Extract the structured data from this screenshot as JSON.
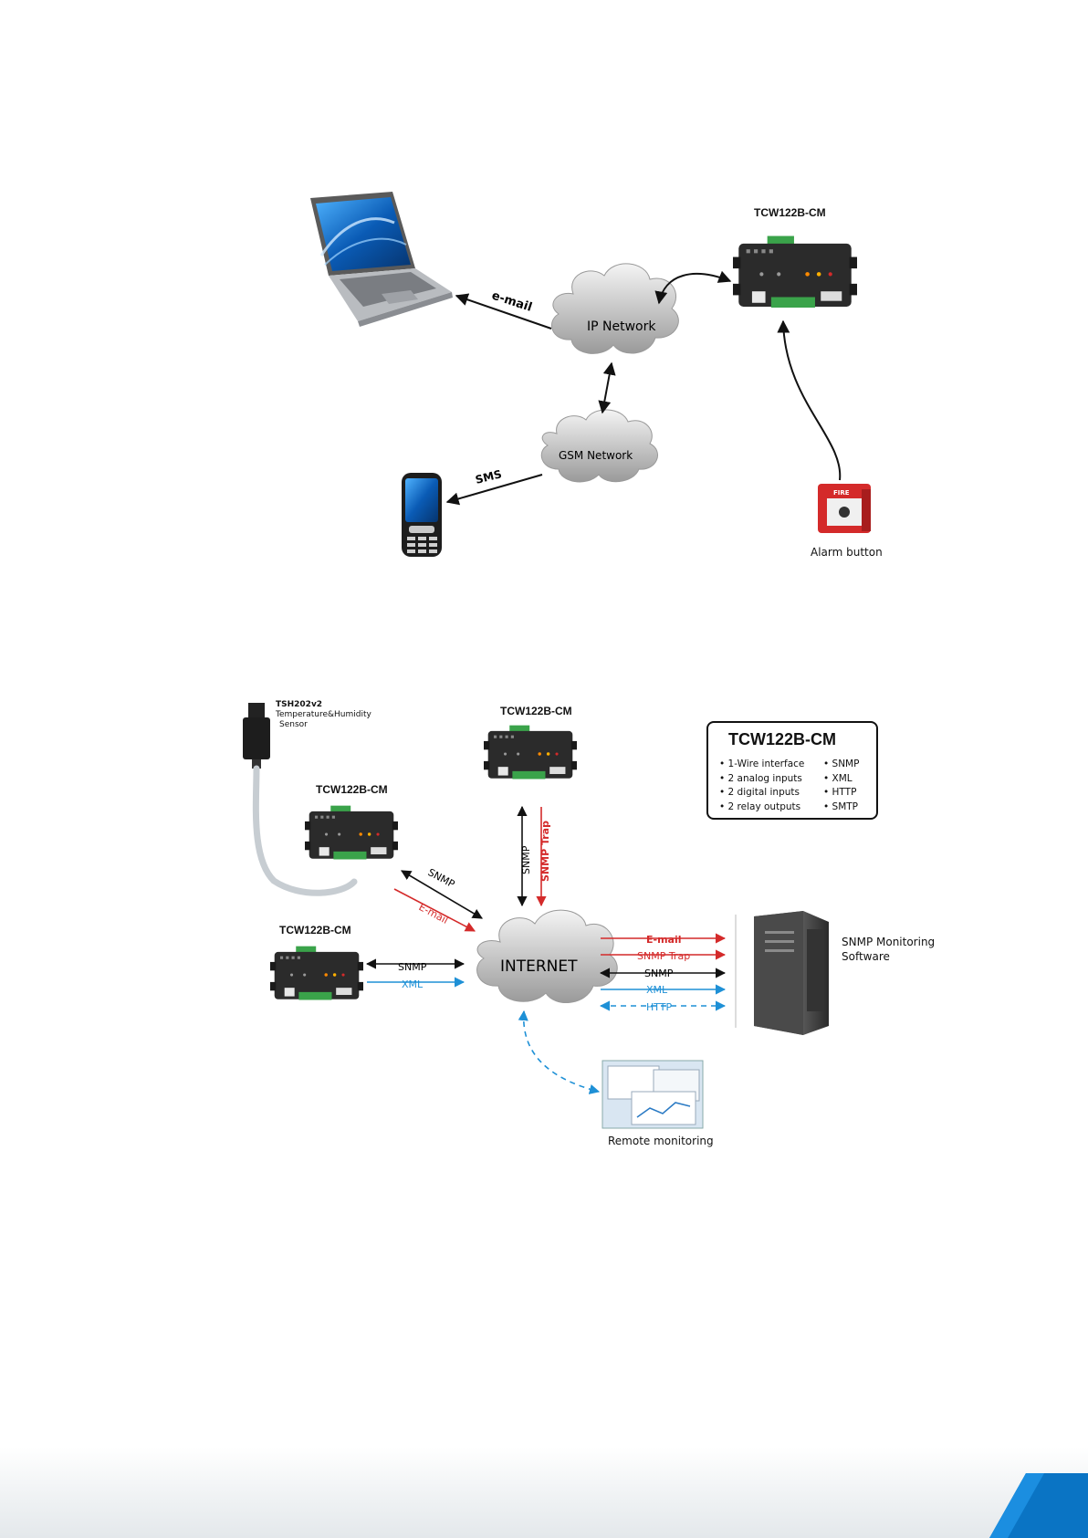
{
  "diagram1": {
    "device_title": "TCW122B-CM",
    "cloud_ip": "IP Network",
    "cloud_gsm": "GSM Network",
    "edge_email": "e-mail",
    "edge_sms": "SMS",
    "alarm_label": "Alarm button",
    "alarm_sign": "FIRE"
  },
  "diagram2": {
    "sensor_title": "TSH202v2",
    "sensor_desc_line1": "Temperature&Humidity",
    "sensor_desc_line2": "Sensor",
    "device_titles": [
      "TCW122B-CM",
      "TCW122B-CM",
      "TCW122B-CM"
    ],
    "internet_label": "INTERNET",
    "edges": {
      "left_snmp": "SNMP",
      "left_email": "E-mail",
      "low_snmp": "SNMP",
      "low_xml": "XML",
      "top_snmp": "SNMP",
      "top_trap": "SNMP Trap",
      "right_email": "E-mail",
      "right_trap": "SNMP Trap",
      "right_snmp": "SNMP",
      "right_xml": "XML",
      "right_http": "HTTP"
    },
    "server_label_line1": "SNMP Monitoring",
    "server_label_line2": "Software",
    "remote_label": "Remote monitoring",
    "spec_box": {
      "title": "TCW122B-CM",
      "col1": [
        "1-Wire interface",
        "2 analog inputs",
        "2 digital inputs",
        "2 relay outputs"
      ],
      "col2": [
        "SNMP",
        "XML",
        "HTTP",
        "SMTP"
      ]
    }
  },
  "colors": {
    "red": "#d42a2a",
    "blue": "#1e90d6",
    "black": "#111111",
    "device": "#2b2b2b",
    "terminal": "#3aa34a",
    "corner_blue": "#0a74c4"
  },
  "icons": [
    "laptop-icon",
    "mobile-phone-icon",
    "fire-alarm-button-icon",
    "server-tower-icon",
    "monitoring-screen-icon",
    "sensor-probe-icon"
  ]
}
